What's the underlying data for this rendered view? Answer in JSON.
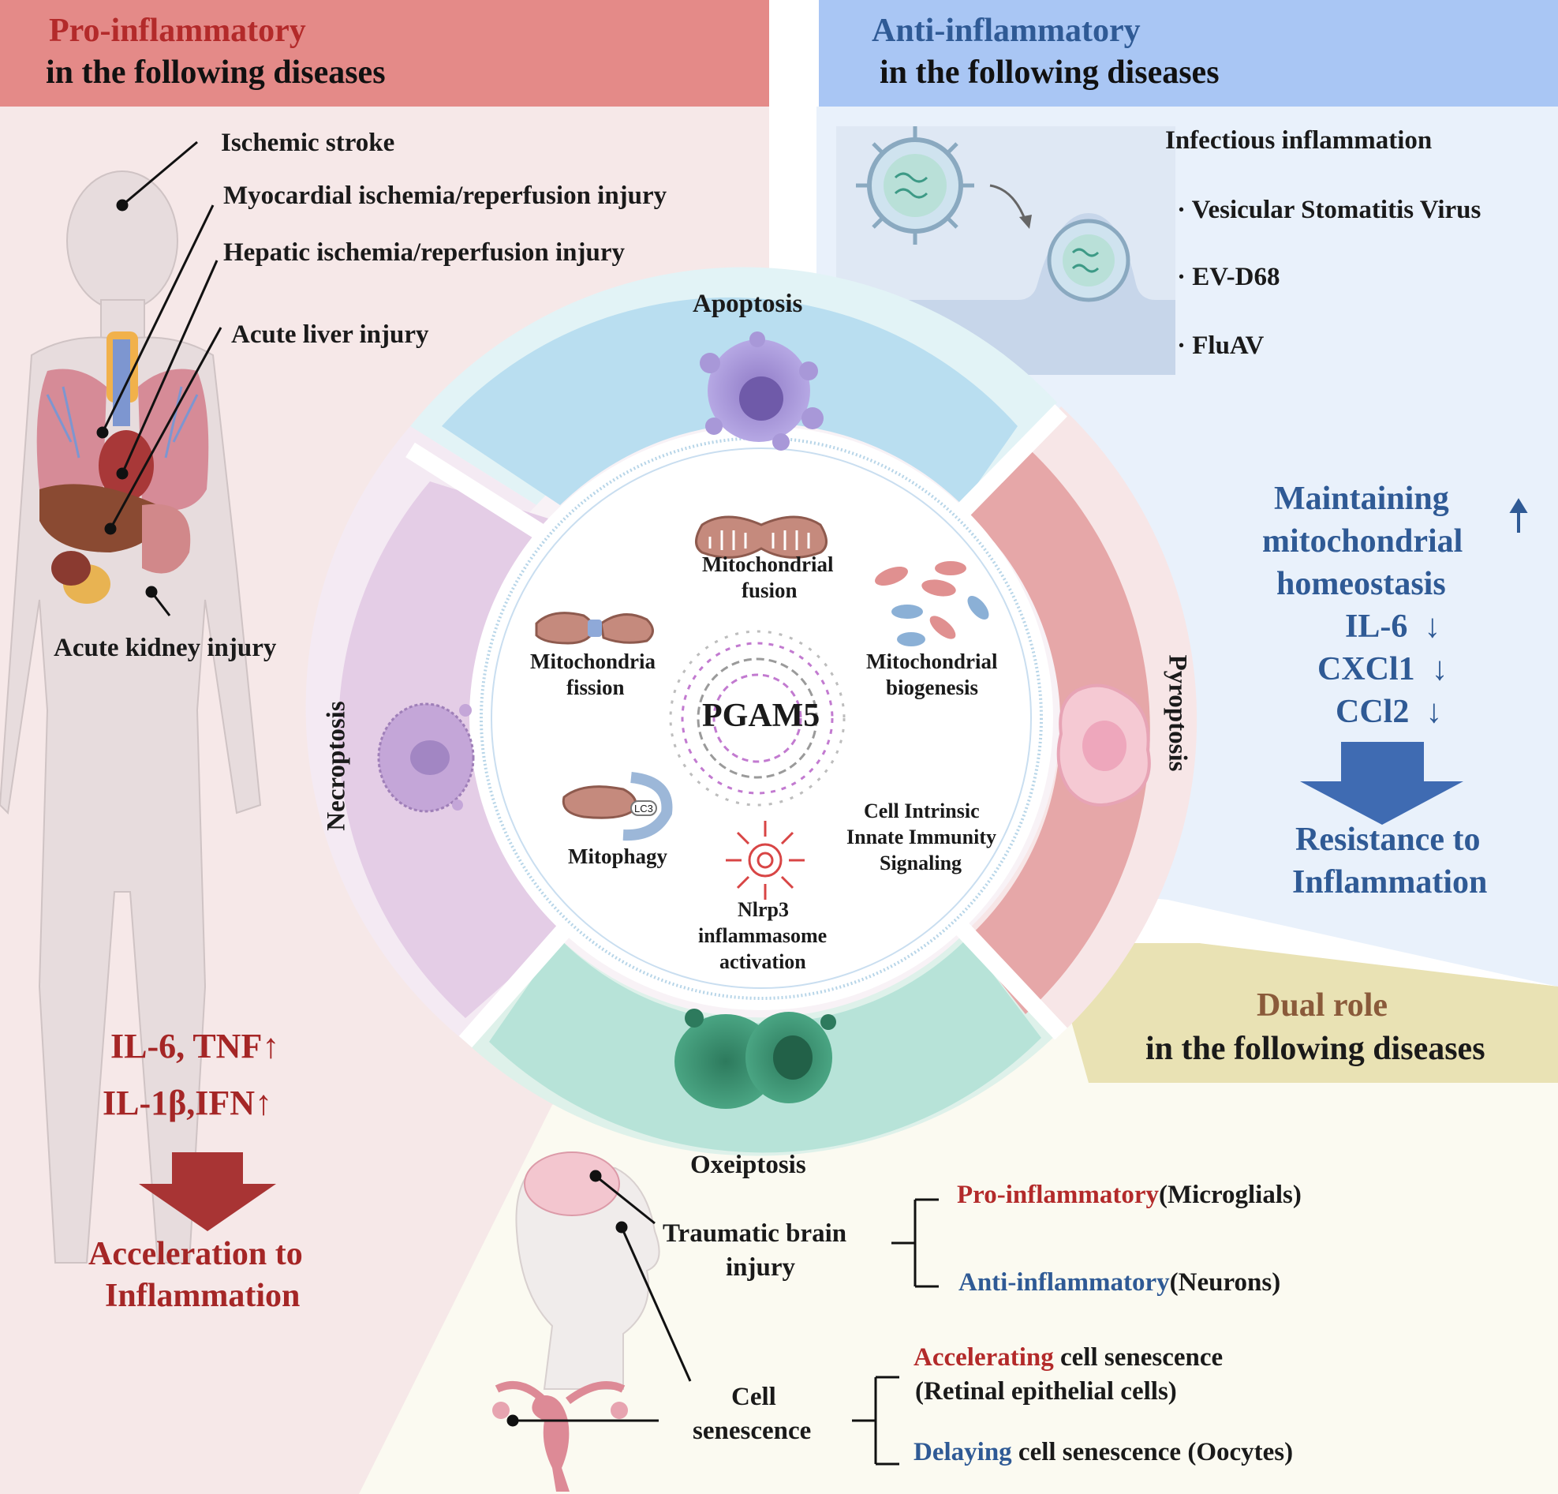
{
  "panels": {
    "pro": {
      "title": "Pro-inflammatory",
      "subtitle": "in the following diseases",
      "diseases": [
        "Ischemic stroke",
        "Myocardial ischemia/reperfusion injury",
        "Hepatic ischemia/reperfusion injury",
        "Acute liver injury",
        "Acute kidney injury"
      ],
      "cytokines": [
        "IL-6, TNF↑",
        "IL-1β,IFN↑"
      ],
      "outcome": [
        "Acceleration to",
        "Inflammation"
      ]
    },
    "anti": {
      "title": "Anti-inflammatory",
      "subtitle": "in the following diseases",
      "infection_title": "Infectious inflammation",
      "viruses": [
        "· Vesicular Stomatitis Virus",
        "· EV-D68",
        "· FluAV"
      ],
      "effects": [
        "Maintaining",
        "mitochondrial",
        "homeostasis"
      ],
      "effect_arrow": "↑",
      "markers": [
        "IL-6  ↓",
        "CXCl1  ↓",
        "CCl2  ↓"
      ],
      "outcome": [
        "Resistance to",
        "Inflammation"
      ]
    },
    "dual": {
      "title": "Dual role",
      "subtitle": "in the following diseases",
      "tbi": [
        "Traumatic brain",
        "injury"
      ],
      "tbi_pro": {
        "highlight": "Pro-inflammatory",
        "rest": "(Microglials)"
      },
      "tbi_anti": {
        "highlight": "Anti-inflammatory",
        "rest": "(Neurons)"
      },
      "senescence": [
        "Cell",
        "senescence"
      ],
      "sen_accel": {
        "highlight": "Accelerating",
        "rest": " cell senescence"
      },
      "sen_accel_sub": "(Retinal epithelial cells)",
      "sen_delay": {
        "highlight": "Delaying",
        "rest": " cell senescence (Oocytes)"
      }
    }
  },
  "ring": {
    "apoptosis": "Apoptosis",
    "pyroptosis": "Pyroptosis",
    "oxeiptosis": "Oxeiptosis",
    "necroptosis": "Necroptosis"
  },
  "center": {
    "protein": "PGAM5",
    "fusion": [
      "Mitochondrial",
      "fusion"
    ],
    "fission": [
      "Mitochondria",
      "fission"
    ],
    "biogenesis": [
      "Mitochondrial",
      "biogenesis"
    ],
    "mitophagy": "Mitophagy",
    "lc3": "LC3",
    "cell_intrinsic": [
      "Cell Intrinsic",
      "Innate Immunity",
      "Signaling"
    ],
    "nlrp3": [
      "Nlrp3",
      "inflammasome",
      "activation"
    ]
  },
  "colors": {
    "pro_header": "#e48a88",
    "pro_bg": "#f6e8e8",
    "anti_header": "#a9c6f4",
    "anti_bg": "#e9f1fb",
    "dual_header": "#e9e2b4",
    "dual_bg": "#fbfaf1",
    "apoptosis": "#b9def0",
    "pyroptosis": "#e6a7a8",
    "oxeiptosis": "#b7e3d8",
    "necroptosis": "#e4cde6",
    "pro_text": "#b32a2a",
    "anti_text": "#2f5a95"
  }
}
